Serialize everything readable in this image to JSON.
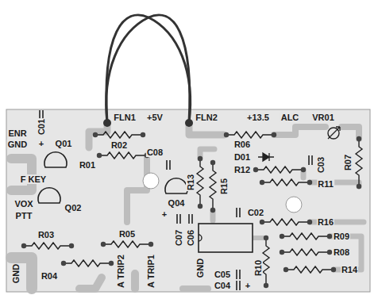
{
  "diagram": {
    "labels": [
      "FLN1",
      "+5V",
      "FLN2",
      "+13.5",
      "ALC",
      "VR01",
      "ENR",
      "C01",
      "GND",
      "+",
      "Q01",
      "R02",
      "F KEY",
      "R01",
      "C08",
      "R06",
      "D01",
      "C03",
      "R07",
      "VOX",
      "PTT",
      "Q02",
      "R13",
      "R15",
      "R12",
      "R11",
      "Q04",
      "+",
      "C02",
      "R03",
      "R16",
      "C07",
      "C06",
      "R09",
      "R05",
      "R08",
      "R10",
      "R14",
      "R04",
      "GND",
      "A TRIP2",
      "A TRIP1",
      "GND",
      "C05",
      "C04",
      "+"
    ]
  }
}
